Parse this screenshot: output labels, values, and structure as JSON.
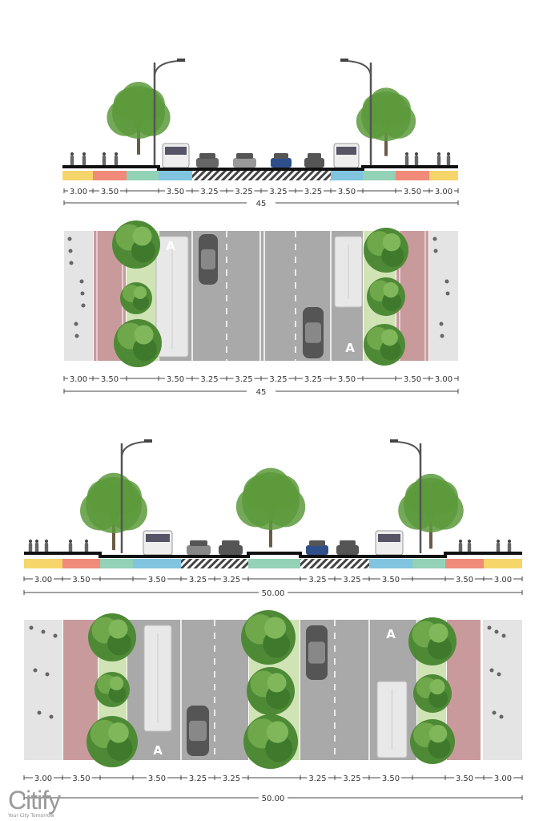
{
  "colors": {
    "sidewalk": "#f6d56b",
    "bike_lane": "#ef8b78",
    "green_strip": "#93d2b6",
    "bus_lane": "#80c4e0",
    "plan_sidewalk": "#e4e4e4",
    "plan_bike": "#c99a9c",
    "plan_road": "#a9a9a9",
    "plan_green": "#cfe3b5",
    "tree": "#5c9a3c"
  },
  "sections": [
    {
      "elevation_dims": [
        "3.00",
        "3.50",
        "",
        "3.50",
        "3.25",
        "3.25",
        "3.25",
        "3.25",
        "3.50",
        "",
        "3.50",
        "3.00"
      ],
      "elevation_total": "45",
      "plan_dims": [
        "3.00",
        "3.50",
        "",
        "3.50",
        "3.25",
        "3.25",
        "3.25",
        "3.25",
        "3.50",
        "",
        "3.50",
        "3.00"
      ],
      "plan_total": "45",
      "bus_lane_labels": [
        "A",
        "A"
      ]
    },
    {
      "elevation_dims": [
        "3.00",
        "3.50",
        "",
        "3.50",
        "3.25",
        "3.25",
        "",
        "3.25",
        "3.25",
        "3.50",
        "",
        "3.50",
        "3.00"
      ],
      "elevation_total": "50.00",
      "plan_dims": [
        "3.00",
        "3.50",
        "",
        "3.50",
        "3.25",
        "3.25",
        "",
        "3.25",
        "3.25",
        "3.50",
        "",
        "3.50",
        "3.00"
      ],
      "plan_total": "50.00",
      "bus_lane_labels": [
        "A",
        "A"
      ]
    }
  ],
  "logo": {
    "name": "Citify",
    "tagline": "Your City Tomorrow"
  }
}
